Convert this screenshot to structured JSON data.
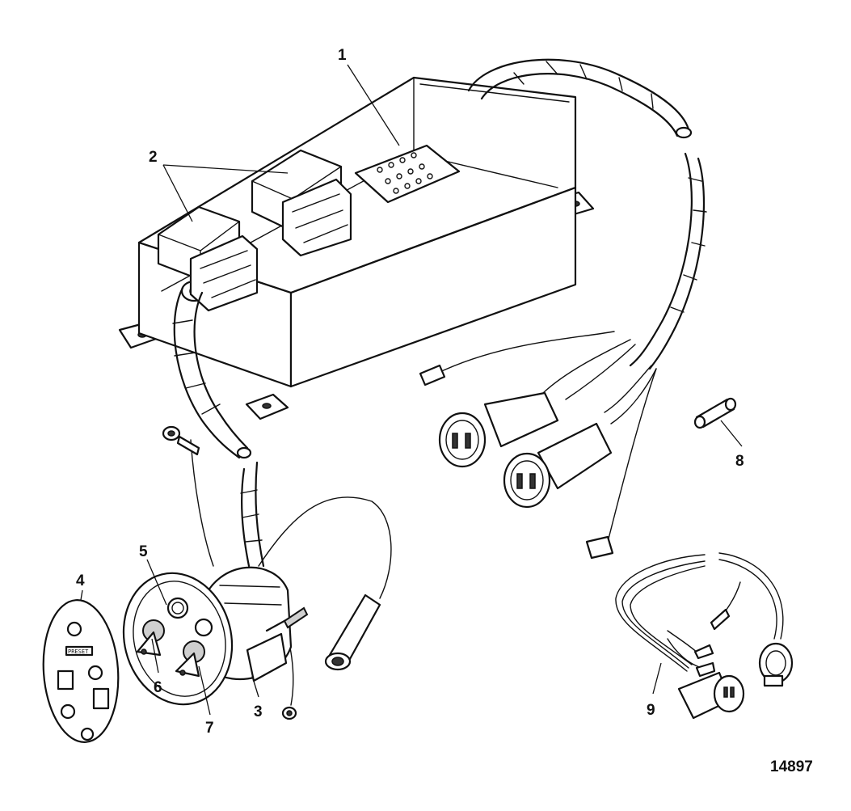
{
  "callouts": [
    {
      "id": "1",
      "label": "1"
    },
    {
      "id": "2",
      "label": "2"
    },
    {
      "id": "3",
      "label": "3"
    },
    {
      "id": "4",
      "label": "4"
    },
    {
      "id": "5",
      "label": "5"
    },
    {
      "id": "6",
      "label": "6"
    },
    {
      "id": "7",
      "label": "7"
    },
    {
      "id": "8",
      "label": "8"
    },
    {
      "id": "9",
      "label": "9"
    }
  ],
  "figure_number": "14897"
}
